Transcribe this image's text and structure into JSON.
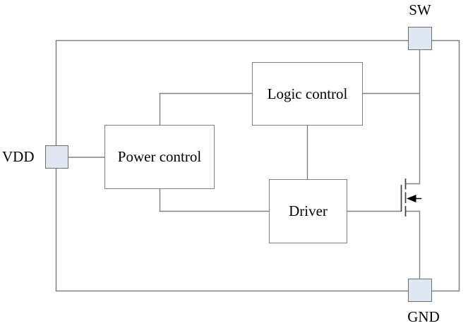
{
  "diagram": {
    "pins": [
      {
        "id": "vdd",
        "label": "VDD"
      },
      {
        "id": "sw",
        "label": "SW"
      },
      {
        "id": "gnd",
        "label": "GND"
      }
    ],
    "blocks": [
      {
        "id": "power-control",
        "label": "Power control"
      },
      {
        "id": "logic-control",
        "label": "Logic control"
      },
      {
        "id": "driver",
        "label": "Driver"
      }
    ],
    "icons": {
      "transistor": "nmos-transistor-icon"
    },
    "colors": {
      "wire": "#808080",
      "pad_fill": "#dfe7f3",
      "pad_border": "#6e6e6e",
      "mosfet": "#3f3f3f",
      "arrow": "#000000",
      "text": "#000000",
      "background": "#ffffff"
    }
  }
}
